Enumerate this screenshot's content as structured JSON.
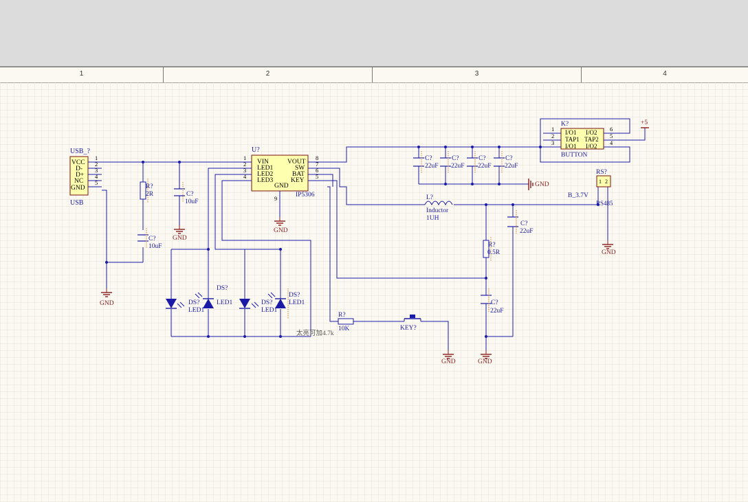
{
  "ruler": {
    "zones": [
      "1",
      "2",
      "3",
      "4"
    ]
  },
  "usb": {
    "designator": "USB_?",
    "comment": "USB",
    "pins": [
      "VCC",
      "D-",
      "D+",
      "NC",
      "GND"
    ],
    "pin_numbers": [
      "1",
      "2",
      "3",
      "4",
      "5"
    ]
  },
  "ic": {
    "designator": "U?",
    "comment": "IP5306",
    "left_pins": [
      "VIN",
      "LED1",
      "LED2",
      "LED3"
    ],
    "left_numbers": [
      "1",
      "2",
      "3",
      "4"
    ],
    "right_pins": [
      "VOUT",
      "SW",
      "BAT",
      "KEY"
    ],
    "right_numbers": [
      "8",
      "7",
      "6",
      "5"
    ],
    "gnd_pin": "GND",
    "gnd_number": "9"
  },
  "r_in": {
    "designator": "R?",
    "value": "2R"
  },
  "c_usb": {
    "designator": "C?",
    "value": "10uF"
  },
  "c_vin": {
    "designator": "C?",
    "value": "10uF"
  },
  "c_out": [
    {
      "designator": "C?",
      "value": "22uF"
    },
    {
      "designator": "C?",
      "value": "22uF"
    },
    {
      "designator": "C?",
      "value": "22uF"
    },
    {
      "designator": "C?",
      "value": "22uF"
    }
  ],
  "button": {
    "designator": "K?",
    "comment": "BUTTON",
    "left": [
      "I/O1",
      "TAP1",
      "I/O1"
    ],
    "left_numbers": [
      "1",
      "2",
      "3"
    ],
    "right": [
      "I/O2",
      "TAP2",
      "I/O2"
    ],
    "right_numbers": [
      "6",
      "5",
      "4"
    ]
  },
  "power_port": "+5",
  "battery": {
    "designator": "RS?",
    "comment": "RS485",
    "net": "B_3.7V",
    "pins": [
      "1",
      "2"
    ]
  },
  "inductor": {
    "designator": "L?",
    "comment": "Inductor",
    "value": "1UH"
  },
  "c_bat": {
    "designator": "C?",
    "value": "22uF"
  },
  "r_bat": {
    "designator": "R?",
    "value": "0.5R"
  },
  "c_bat2": {
    "designator": "C?",
    "value": "22uF"
  },
  "leds": [
    {
      "designator": "DS?",
      "comment": "LED1"
    },
    {
      "designator": "DS?",
      "comment": "LED1"
    },
    {
      "designator": "DS?",
      "comment": "LED1"
    },
    {
      "designator": "DS?",
      "comment": "LED1"
    }
  ],
  "r_key": {
    "designator": "R?",
    "value": "10K"
  },
  "note": "太亮可加4.7k",
  "key": {
    "designator": "KEY?"
  },
  "gnd_label": "GND",
  "colors": {
    "wire": "#1a1aa6",
    "body": "#ffffb0",
    "body_outline": "#7a1010",
    "port": "#8b1a1a",
    "grid": "#e6e3d6",
    "resistor_hatch": "#d9822b"
  }
}
